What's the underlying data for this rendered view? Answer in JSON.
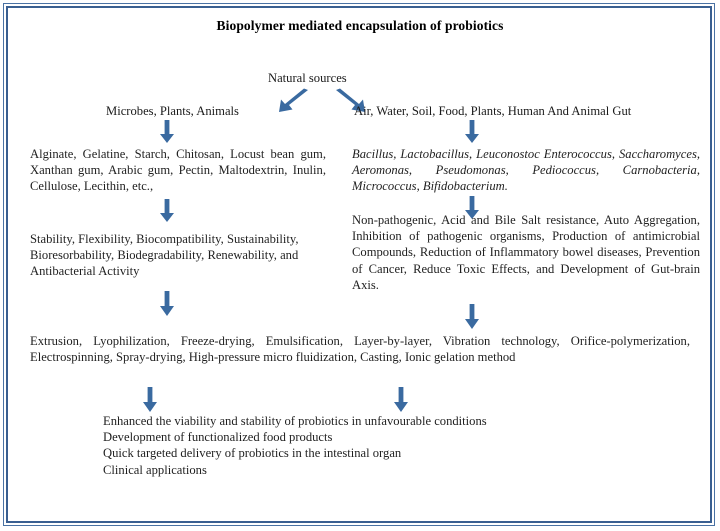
{
  "figure": {
    "title": "Biopolymer mediated encapsulation of probiotics",
    "frame_color": "#3a5f91",
    "arrow_color": "#3a6aa0",
    "text_color": "#1f1f1f"
  },
  "root": {
    "label": "Natural sources"
  },
  "branches": {
    "left": {
      "source_label": "Microbes, Plants, Animals",
      "materials": "Alginate, Gelatine, Starch, Chitosan, Locust bean gum, Xanthan gum, Arabic gum, Pectin, Maltodextrin, Inulin, Cellulose, Lecithin, etc.,",
      "properties": "Stability, Flexibility, Biocompatibility, Sustainability, Bioresorbability, Biodegradability, Renewability, and Antibacterial Activity"
    },
    "right": {
      "source_label": "Air, Water, Soil, Food, Plants, Human And Animal Gut",
      "organisms": "Bacillus, Lactobacillus, Leuconostoc    Enterococcus, Saccharomyces, Aeromonas, Pseudomonas, Pediococcus, Carnobacteria, Micrococcus, Bifidobacterium.",
      "attributes": "Non-pathogenic, Acid and Bile Salt resistance, Auto Aggregation, Inhibition of pathogenic organisms, Production of antimicrobial Compounds, Reduction of Inflammatory bowel diseases, Prevention of Cancer, Reduce Toxic Effects, and Development of Gut-brain Axis."
    }
  },
  "techniques": "Extrusion, Lyophilization, Freeze-drying, Emulsification, Layer-by-layer, Vibration technology, Orifice-polymerization, Electrospinning, Spray-drying, High-pressure  micro fluidization, Casting, Ionic gelation method",
  "outcomes": [
    "Enhanced the viability  and stability  of probiotics in unfavourable  conditions",
    "Development  of functionalized  food products",
    "Quick targeted  delivery  of probiotics in the  intestinal  organ",
    "Clinical  applications"
  ],
  "arrows": {
    "split_left": "arrow-diagonal-down-left",
    "split_right": "arrow-diagonal-down-right",
    "left_1": "arrow-down",
    "left_2": "arrow-down",
    "left_3": "arrow-down",
    "right_1": "arrow-down",
    "right_2": "arrow-down",
    "right_3": "arrow-down",
    "out_left": "arrow-down",
    "out_right": "arrow-down"
  }
}
